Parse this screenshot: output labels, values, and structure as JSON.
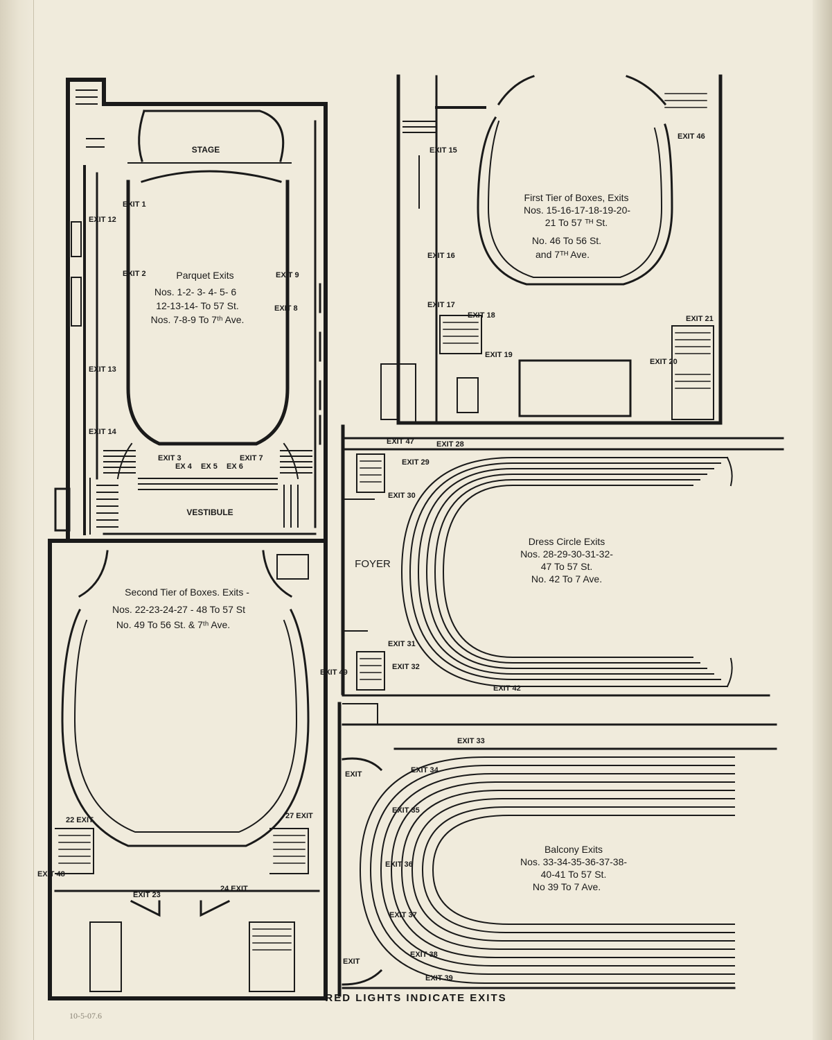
{
  "colors": {
    "paper": "#f0ebdc",
    "ink": "#1a1a1a",
    "pencil": "#8a8476"
  },
  "areas": {
    "stage": "STAGE",
    "vestibule": "VESTIBULE",
    "foyer": "FOYER"
  },
  "notes": {
    "parquet": {
      "title": "Parquet Exits",
      "lines": [
        "Nos. 1-2- 3- 4- 5- 6",
        "12-13-14- To 57 St.",
        "Nos. 7-8-9 To 7ᵗʰ Ave."
      ]
    },
    "first_tier": {
      "lines": [
        "First Tier of Boxes, Exits",
        "Nos. 15-16-17-18-19-20-",
        "21 To 57 ᵀᴴ St.",
        "No. 46 To 56 St.",
        "and 7ᵀᴴ Ave."
      ]
    },
    "second_tier": {
      "lines": [
        "Second Tier of Boxes. Exits -",
        "Nos. 22-23-24-27 - 48 To 57 St",
        "No. 49 To 56 St. & 7ᵗʰ Ave."
      ]
    },
    "dress_circle": {
      "lines": [
        "Dress Circle Exits",
        "Nos. 28-29-30-31-32-",
        "47 To 57 St.",
        "No. 42 To 7 Ave."
      ]
    },
    "balcony": {
      "lines": [
        "Balcony Exits",
        "Nos. 33-34-35-36-37-38-",
        "40-41 To 57 St.",
        "No 39 To 7 Ave."
      ]
    }
  },
  "exits": {
    "e1": "EXIT 1",
    "e2": "EXIT 2",
    "e3": "EXIT 3",
    "e4": "EX 4",
    "e5": "EX 5",
    "e6": "EX 6",
    "e7": "EXIT 7",
    "e8": "EXIT 8",
    "e9": "EXIT 9",
    "e12": "EXIT 12",
    "e13": "EXIT 13",
    "e14": "EXIT 14",
    "e15": "EXIT 15",
    "e16": "EXIT 16",
    "e17": "EXIT 17",
    "e18": "EXIT 18",
    "e19": "EXIT 19",
    "e20": "EXIT 20",
    "e21": "EXIT 21",
    "e46": "EXIT 46",
    "e22": "22 EXIT",
    "e23": "EXIT 23",
    "e24": "24 EXIT",
    "e27": "27 EXIT",
    "e48": "EXIT 48",
    "e49": "EXIT 49",
    "e28": "EXIT 28",
    "e29": "EXIT 29",
    "e30": "EXIT 30",
    "e31": "EXIT 31",
    "e32": "EXIT 32",
    "e42": "EXIT 42",
    "e47": "EXIT 47",
    "e33": "EXIT 33",
    "e34": "EXIT 34",
    "e35": "EXIT 35",
    "e36": "EXIT 36",
    "e37": "EXIT 37",
    "e38": "EXIT 38",
    "e39": "EXIT 39",
    "eb_top": "EXIT",
    "eb_bot": "EXIT"
  },
  "footer": "RED LIGHTS INDICATE EXITS",
  "accession": "10-5-07.6"
}
